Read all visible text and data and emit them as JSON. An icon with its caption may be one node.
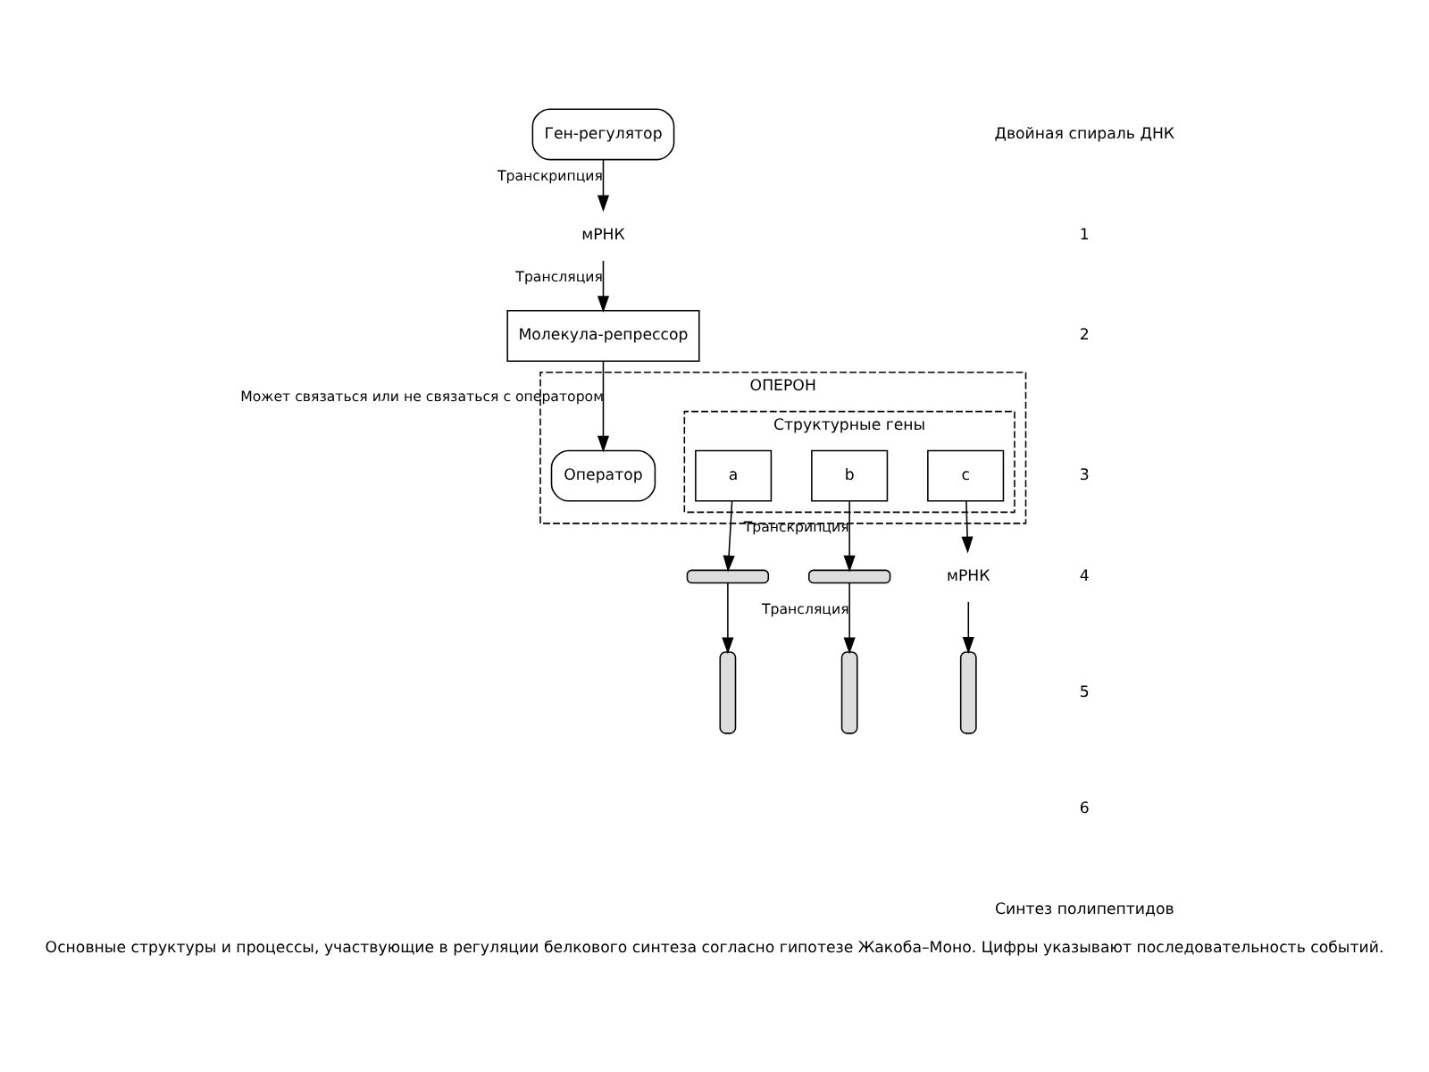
{
  "diagram": {
    "caption": "Основные структуры и процессы, участвующие в регуляции белкового синтеза согласно гипотезе Жакоба–Моно. Цифры указывают последовательность событий.",
    "nodes": [
      {
        "text": [
          "Ген-регулятор"
        ]
      },
      {
        "text": [
          "ОПЕРОН"
        ]
      },
      {
        "text": [
          "Оператор"
        ],
        "in": 1
      },
      {
        "text": [
          "Структурные гены"
        ],
        "in": 1
      },
      {
        "text": [
          "a"
        ],
        "in": 3
      },
      {
        "text": [
          "b"
        ],
        "in": 3
      },
      {
        "text": [
          "c"
        ],
        "in": 3
      },
      {
        "text": [
          "мРНК"
        ]
      },
      {
        "text": [
          "Молекула-репрессор"
        ]
      },
      {
        "text": [],
        "shape": "wave"
      },
      {
        "text": [],
        "shape": "wave"
      },
      {
        "text": [
          "мРНК"
        ]
      },
      {
        "text": [],
        "shape": "chain"
      },
      {
        "text": [],
        "shape": "chain"
      },
      {
        "text": [],
        "shape": "chain"
      }
    ],
    "edges": [
      {
        "from": 0,
        "to": 7,
        "arrow": "to",
        "label": "Транскрипция"
      },
      {
        "from": 7,
        "to": 8,
        "arrow": "to",
        "label": "Трансляция"
      },
      {
        "from": 8,
        "to": 2,
        "arrow": "to",
        "label": "Может связаться или не связаться с оператором"
      },
      {
        "from": 4,
        "to": 9,
        "arrow": "to"
      },
      {
        "from": 5,
        "to": 10,
        "arrow": "to",
        "label": "Транскрипция"
      },
      {
        "from": 6,
        "to": 11,
        "arrow": "to"
      },
      {
        "from": 9,
        "to": 12,
        "arrow": "to"
      },
      {
        "from": 10,
        "to": 13,
        "arrow": "to",
        "label": "Трансляция"
      },
      {
        "from": 11,
        "to": 14,
        "arrow": "to"
      }
    ],
    "labels": [
      "Двойная спираль ДНК",
      "1",
      "2",
      "3",
      "4",
      "5",
      "6",
      "Синтез полипептидов"
    ]
  }
}
